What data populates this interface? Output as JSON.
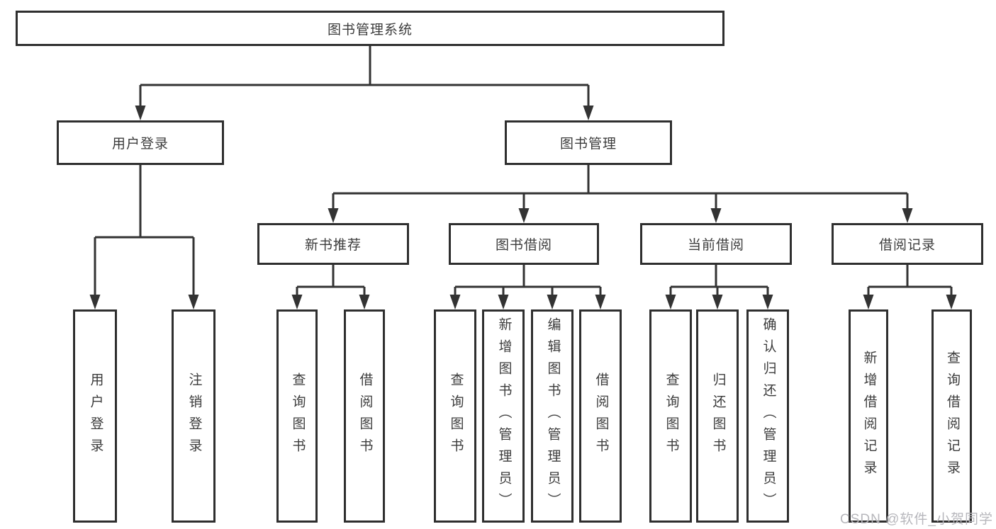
{
  "diagram": {
    "root": {
      "label": "图书管理系统"
    },
    "level2": [
      {
        "id": "user-login",
        "label": "用户登录"
      },
      {
        "id": "book-management",
        "label": "图书管理"
      }
    ],
    "level3": [
      {
        "id": "new-book-recommend",
        "label": "新书推荐",
        "parent": "图书管理"
      },
      {
        "id": "book-borrowing",
        "label": "图书借阅",
        "parent": "图书管理"
      },
      {
        "id": "current-borrowing",
        "label": "当前借阅",
        "parent": "图书管理"
      },
      {
        "id": "borrowing-records",
        "label": "借阅记录",
        "parent": "图书管理"
      }
    ],
    "leaves": [
      {
        "label": "用户登录",
        "parent": "用户登录"
      },
      {
        "label": "注销登录",
        "parent": "用户登录"
      },
      {
        "label": "查询图书",
        "parent": "新书推荐"
      },
      {
        "label": "借阅图书",
        "parent": "新书推荐"
      },
      {
        "label": "查询图书",
        "parent": "图书借阅"
      },
      {
        "label": "新增图书（管理员）",
        "parent": "图书借阅"
      },
      {
        "label": "编辑图书（管理员）",
        "parent": "图书借阅"
      },
      {
        "label": "借阅图书",
        "parent": "图书借阅"
      },
      {
        "label": "查询图书",
        "parent": "当前借阅"
      },
      {
        "label": "归还图书",
        "parent": "当前借阅"
      },
      {
        "label": "确认归还（管理员）",
        "parent": "当前借阅"
      },
      {
        "label": "新增借阅记录",
        "parent": "借阅记录"
      },
      {
        "label": "查询借阅记录",
        "parent": "借阅记录"
      }
    ],
    "colors": {
      "border": "#2f2f2f",
      "line": "#333333",
      "text": "#3c3c3c",
      "background": "#ffffff"
    }
  },
  "watermark": {
    "text": "CSDN @软件_小贺同学",
    "color": "#b7b7bc"
  }
}
